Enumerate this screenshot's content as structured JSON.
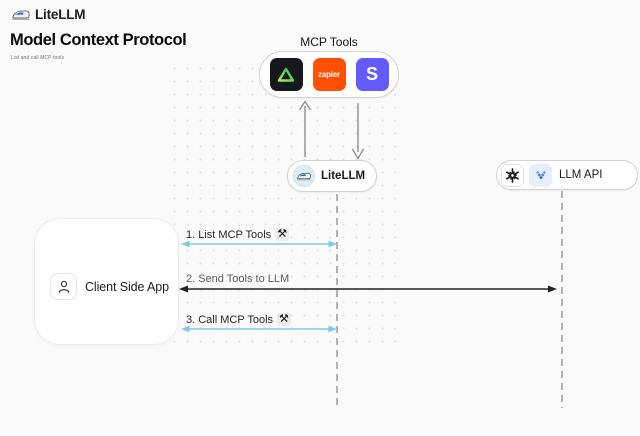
{
  "header": {
    "brand": "LiteLLM",
    "title": "Model Context Protocol",
    "subtitle": "List and call MCP tools"
  },
  "mcp_tools": {
    "label": "MCP Tools",
    "tools": [
      {
        "id": "triangle-logo",
        "text": ""
      },
      {
        "id": "zapier-logo",
        "text": "zapier"
      },
      {
        "id": "stripe-logo",
        "text": "S"
      }
    ]
  },
  "nodes": {
    "litellm": {
      "label": "LiteLLM"
    },
    "llm_api": {
      "label": "LLM API"
    },
    "client": {
      "label": "Client Side App"
    }
  },
  "flows": [
    {
      "label": "1. List MCP Tools",
      "tool_icon": "⚒",
      "from": "client",
      "to": "litellm",
      "direction": "bidirectional",
      "style": "blue"
    },
    {
      "label": "2. Send Tools to LLM",
      "tool_icon": "",
      "from": "client",
      "to": "llm_api",
      "direction": "bidirectional",
      "style": "dark"
    },
    {
      "label": "3. Call MCP Tools",
      "tool_icon": "⚒",
      "from": "client",
      "to": "litellm",
      "direction": "bidirectional",
      "style": "blue"
    }
  ],
  "colors": {
    "background": "#fafafa",
    "flow_blue": "#82c8ec",
    "flow_dark": "#222222",
    "lifeline_grey": "#b0b0b0",
    "vertical_arrow_grey": "#8f8f8f",
    "zapier_orange": "#ff4f00",
    "stripe_purple": "#635bff",
    "dark_tile": "#16181d",
    "triangle_green": "#1fc964",
    "triangle_lime": "#b5e94c"
  }
}
